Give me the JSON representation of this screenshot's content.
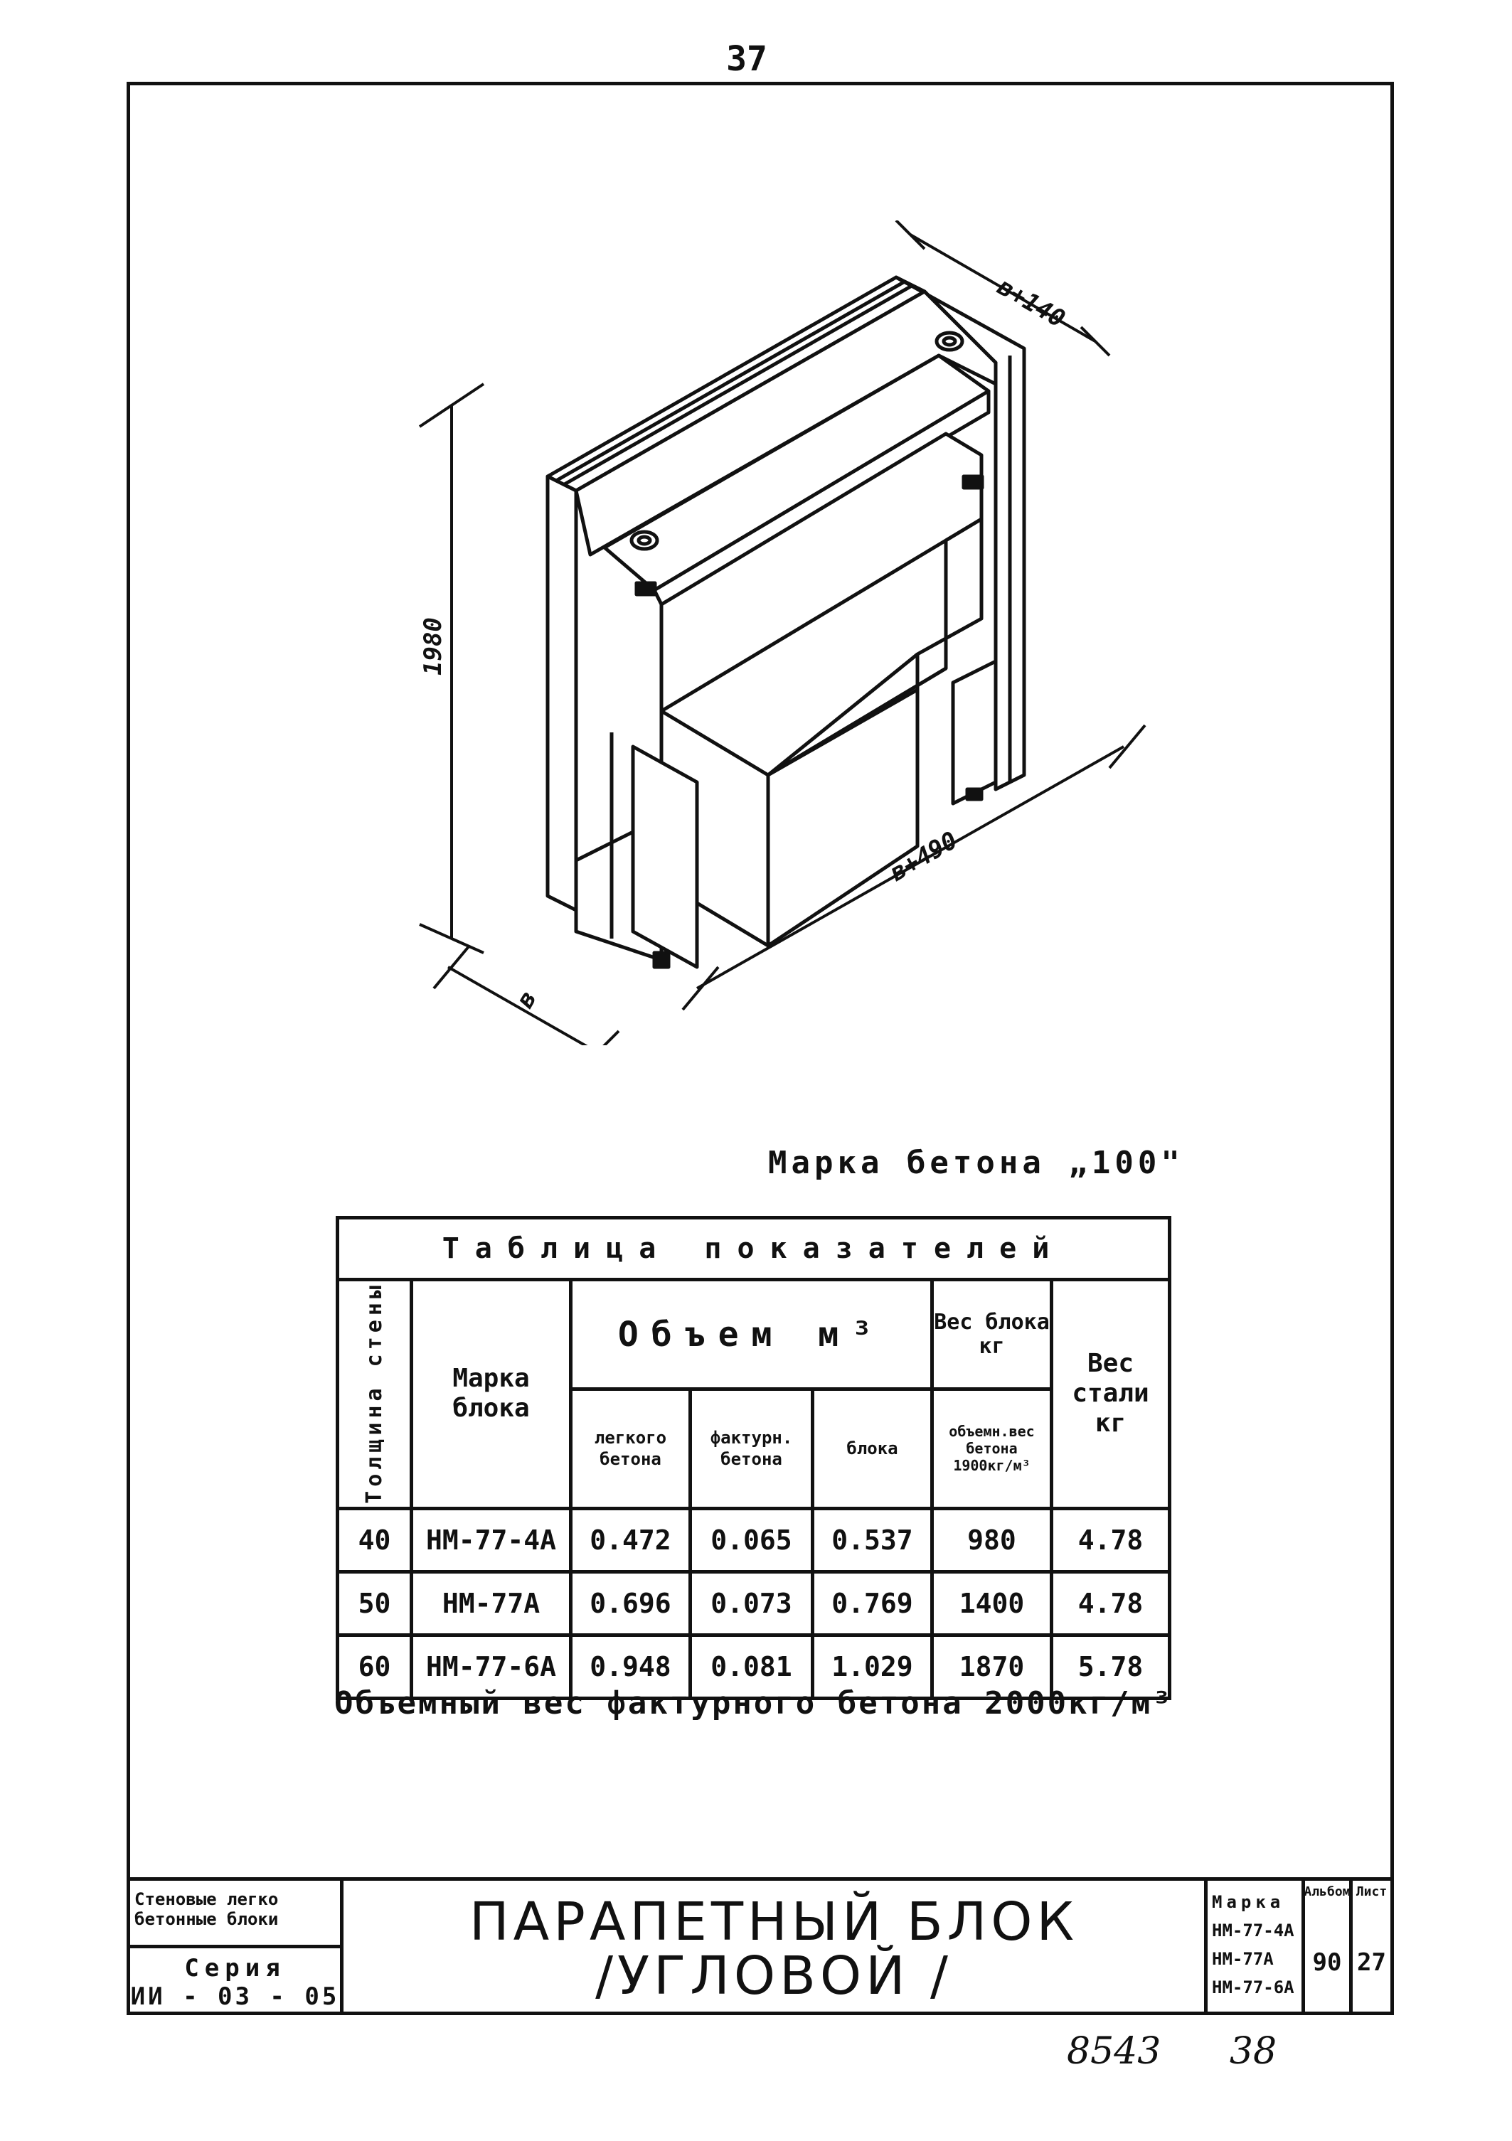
{
  "page_number": "37",
  "drawing": {
    "dim_top": "в+140",
    "dim_height": "1980",
    "dim_depth": "в",
    "dim_length": "в+490"
  },
  "concrete_grade": "Марка бетона „100\"",
  "table": {
    "caption": "Таблица показателей",
    "col_thickness": "Толщина стены",
    "col_mark": "Марка блока",
    "col_volume": "Объем м³",
    "col_weight_block": "Вес блока кг",
    "col_weight_steel": "Вес стали кг",
    "sub_light_concrete": "легкого бетона",
    "sub_facing_concrete": "фактурн. бетона",
    "sub_block": "блока",
    "sub_weight_note": "объемн.вес бетона 1900кг/м³",
    "rows": [
      {
        "thickness": "40",
        "mark": "НМ-77-4А",
        "v_light": "0.472",
        "v_facing": "0.065",
        "v_block": "0.537",
        "weight": "980",
        "steel": "4.78"
      },
      {
        "thickness": "50",
        "mark": "НМ-77А",
        "v_light": "0.696",
        "v_facing": "0.073",
        "v_block": "0.769",
        "weight": "1400",
        "steel": "4.78"
      },
      {
        "thickness": "60",
        "mark": "НМ-77-6А",
        "v_light": "0.948",
        "v_facing": "0.081",
        "v_block": "1.029",
        "weight": "1870",
        "steel": "5.78"
      }
    ]
  },
  "note": "Объемный вес фактурного бетона 2000кг/м³",
  "title_block": {
    "series_label": "Стеновые легко бетонные блоки",
    "series_word": "Серия",
    "series_code": "ИИ - 03 - 05",
    "title_line1": "ПАРАПЕТНЫЙ БЛОК",
    "title_line2": "/УГЛОВОЙ /",
    "mark_label": "Марка",
    "marks": [
      "НМ-77-4А",
      "НМ-77А",
      "НМ-77-6А"
    ],
    "album_label": "Альбом",
    "album_value": "90",
    "sheet_label": "Лист",
    "sheet_value": "27"
  },
  "handwritten": [
    "8543",
    "38"
  ]
}
